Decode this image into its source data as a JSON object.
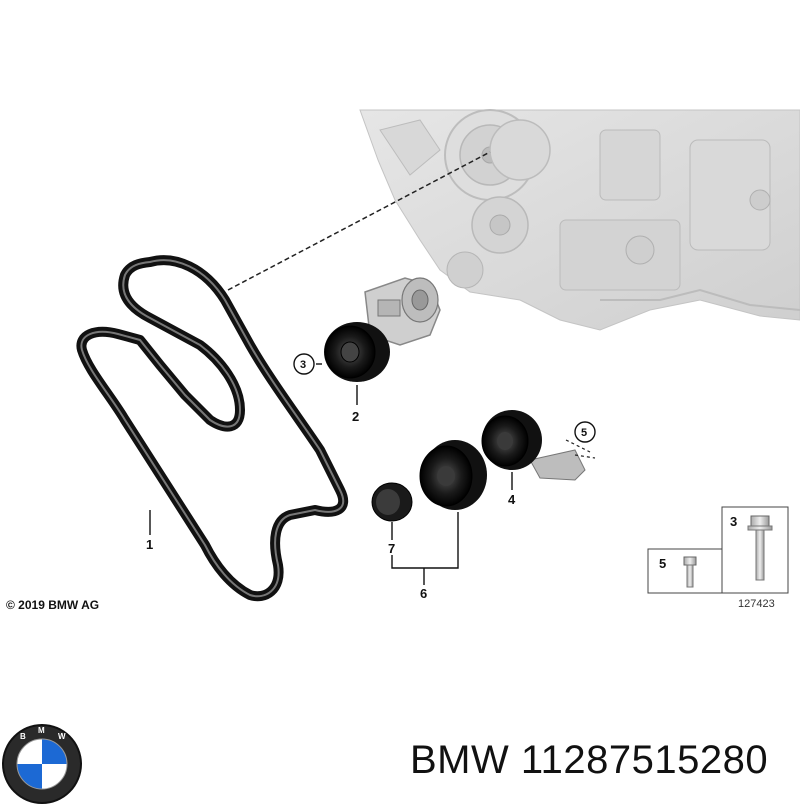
{
  "copyright": "© 2019 BMW AG",
  "diagram_number": "127423",
  "callouts": {
    "c1": "1",
    "c2": "2",
    "c3": "3",
    "c4": "4",
    "c5": "5",
    "c6": "6",
    "c7": "7",
    "legend_5": "5",
    "legend_3": "3"
  },
  "footer": {
    "brand": "BMW",
    "part_number": "11287515280"
  },
  "logo": {
    "letters": "BMW",
    "colors": {
      "blue": "#1c69d4",
      "white": "#ffffff",
      "ring": "#111111"
    }
  }
}
